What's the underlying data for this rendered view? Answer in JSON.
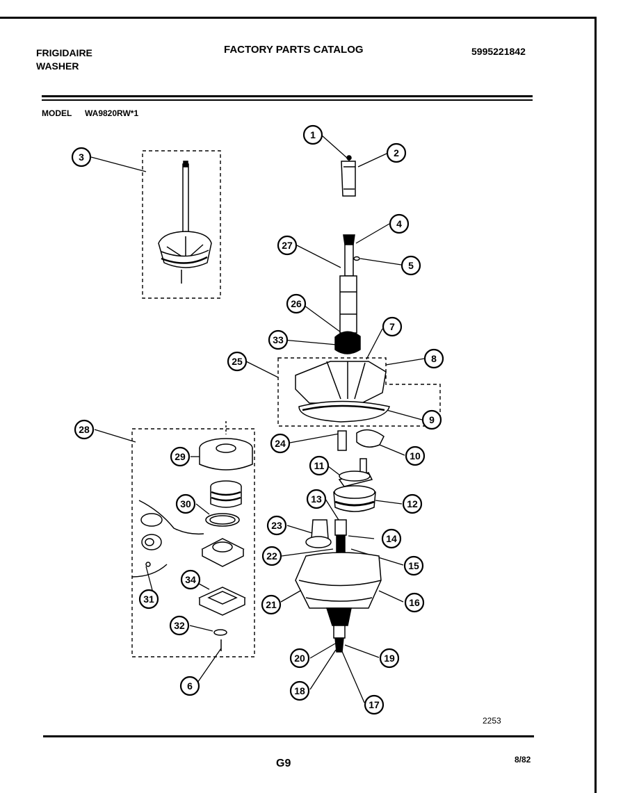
{
  "header": {
    "brand": "FRIGIDAIRE",
    "product": "WASHER",
    "title": "FACTORY PARTS CATALOG",
    "catalog_number": "5995221842"
  },
  "model": {
    "label": "MODEL",
    "value": "WA9820RW*1"
  },
  "figure": {
    "id": "2253",
    "callouts": [
      "1",
      "2",
      "3",
      "4",
      "5",
      "6",
      "7",
      "8",
      "9",
      "10",
      "11",
      "12",
      "13",
      "14",
      "15",
      "16",
      "17",
      "18",
      "19",
      "20",
      "21",
      "22",
      "23",
      "24",
      "25",
      "26",
      "27",
      "28",
      "29",
      "30",
      "31",
      "32",
      "33",
      "34"
    ]
  },
  "footer": {
    "page_code": "G9",
    "date": "8/82"
  }
}
